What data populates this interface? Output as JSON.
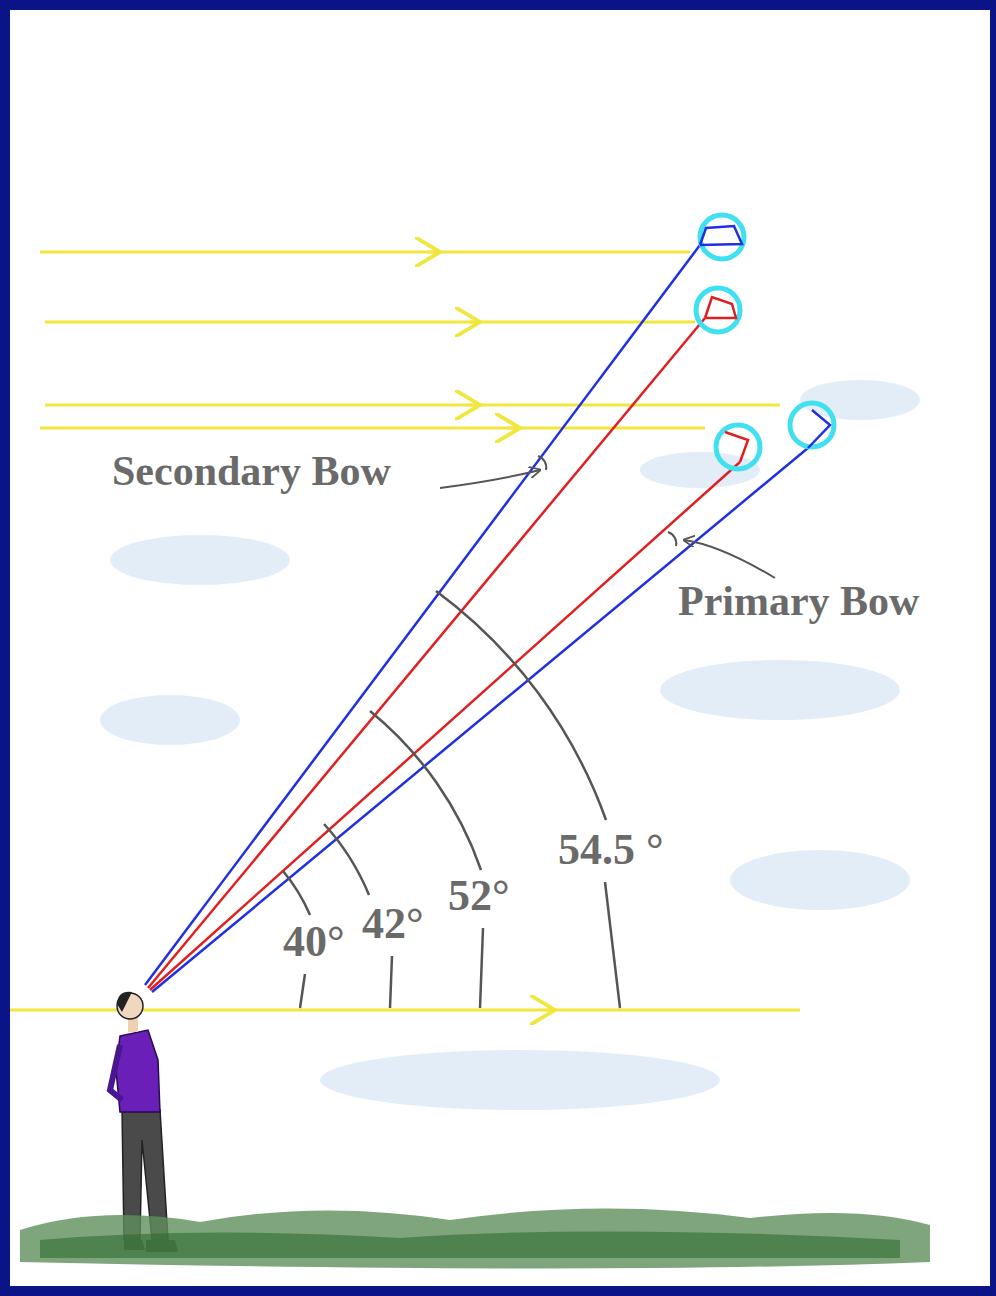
{
  "diagram": {
    "labels": [
      "Secondary Bow",
      "Primary Bow",
      "54.5 °",
      "40°",
      "42°",
      "52°"
    ]
  }
}
